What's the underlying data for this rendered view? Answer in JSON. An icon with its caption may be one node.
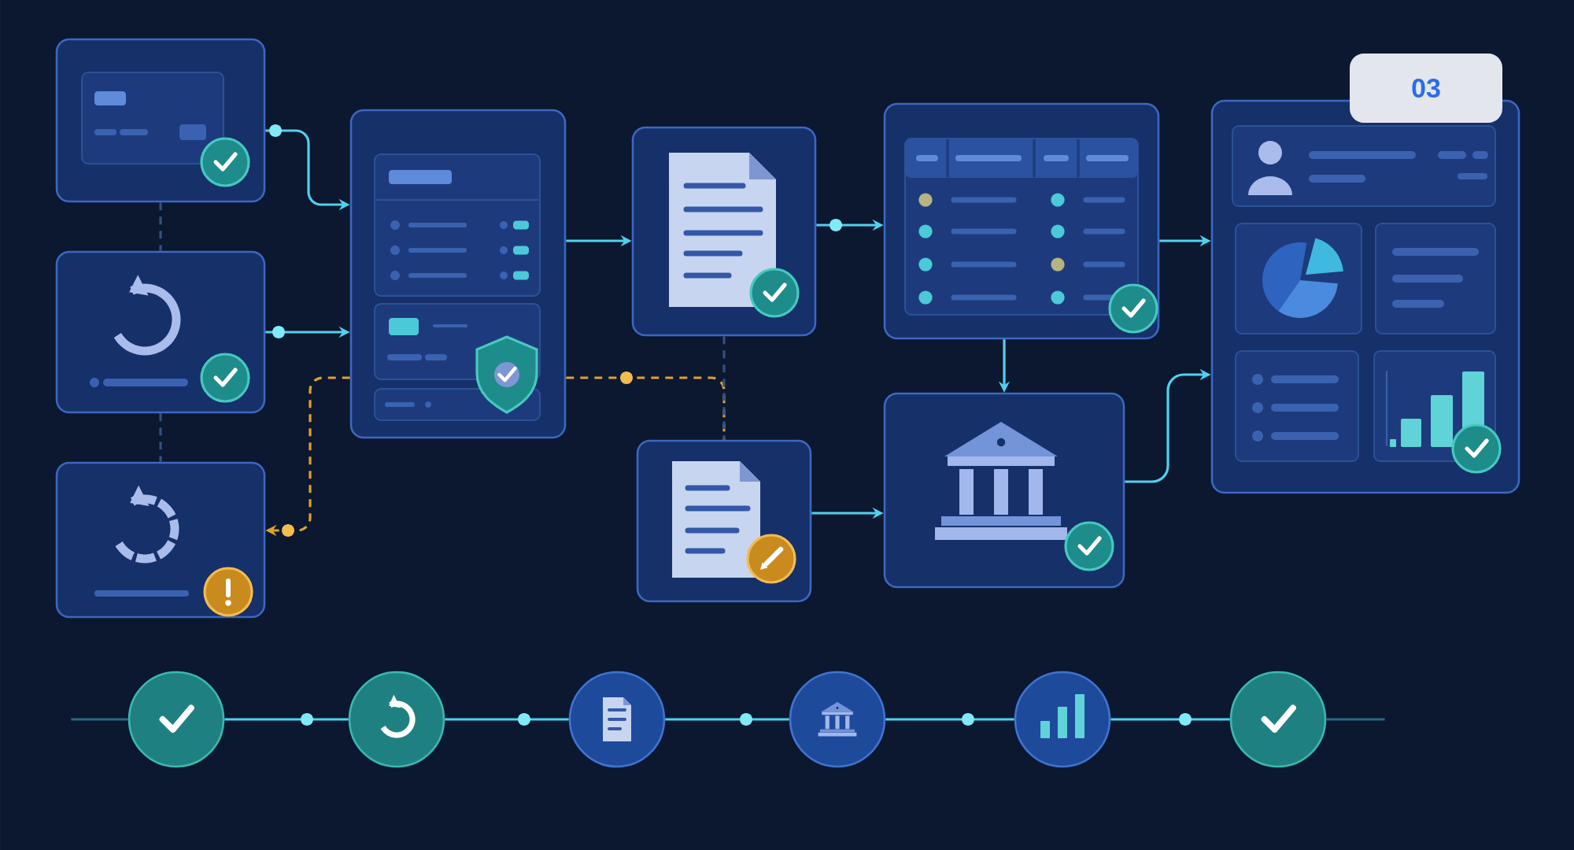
{
  "diagram": {
    "nodes": [
      {
        "text": [],
        "shape": "box"
      },
      {
        "text": [],
        "shape": "box"
      },
      {
        "text": [],
        "shape": "box"
      },
      {
        "text": [],
        "shape": "box"
      },
      {
        "text": [],
        "shape": "box"
      },
      {
        "text": [],
        "shape": "box"
      },
      {
        "text": [],
        "shape": "box"
      },
      {
        "text": [],
        "shape": "box"
      },
      {
        "text": [],
        "shape": "box"
      },
      {
        "text": [],
        "shape": "circle"
      },
      {
        "text": [],
        "shape": "circle"
      },
      {
        "text": [],
        "shape": "circle"
      },
      {
        "text": [],
        "shape": "circle"
      },
      {
        "text": [],
        "shape": "circle"
      },
      {
        "text": [],
        "shape": "circle"
      }
    ],
    "edges": [
      {
        "from": 0,
        "to": 3,
        "arrow": "to"
      },
      {
        "from": 0,
        "to": 1,
        "arrow": "none",
        "style": "dashed",
        "color": "#34507e"
      },
      {
        "from": 1,
        "to": 3,
        "arrow": "to"
      },
      {
        "from": 1,
        "to": 2,
        "arrow": "none",
        "style": "dashed",
        "color": "#34507e"
      },
      {
        "from": 3,
        "to": 2,
        "arrow": "to",
        "style": "dashed",
        "color": "#e0a030"
      },
      {
        "from": 3,
        "to": 4,
        "arrow": "to"
      },
      {
        "from": 3,
        "to": 6,
        "arrow": "none",
        "style": "dashed",
        "color": "#e0a030"
      },
      {
        "from": 4,
        "to": 6,
        "arrow": "none",
        "style": "dashed",
        "color": "#34507e"
      },
      {
        "from": 4,
        "to": 5,
        "arrow": "to"
      },
      {
        "from": 5,
        "to": 7,
        "arrow": "to"
      },
      {
        "from": 6,
        "to": 7,
        "arrow": "to"
      },
      {
        "from": 5,
        "to": 8,
        "arrow": "to"
      },
      {
        "from": 7,
        "to": 8,
        "arrow": "to"
      },
      {
        "from": null,
        "to": 9,
        "arrow": "none",
        "color": "#2a6a86"
      },
      {
        "from": 9,
        "to": 10,
        "arrow": "none"
      },
      {
        "from": 10,
        "to": 11,
        "arrow": "none"
      },
      {
        "from": 11,
        "to": 12,
        "arrow": "none"
      },
      {
        "from": 12,
        "to": 13,
        "arrow": "none"
      },
      {
        "from": 13,
        "to": 14,
        "arrow": "none"
      },
      {
        "from": 14,
        "to": null,
        "arrow": "none",
        "color": "#2a6a86"
      }
    ],
    "labels": [
      "03"
    ]
  }
}
